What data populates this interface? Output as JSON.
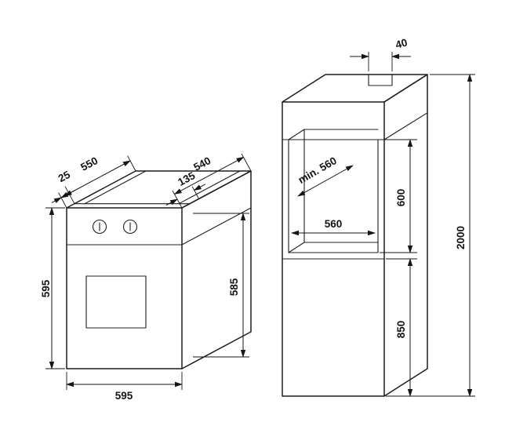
{
  "meta": {
    "background": "#ffffff",
    "line_color": "#1d1d1d",
    "text_color": "#141414"
  },
  "oven": {
    "dims": {
      "front_overhang": "25",
      "top_depth": "550",
      "body_depth": "540",
      "panel_inset": "135",
      "front_height": "595",
      "body_height": "585",
      "width": "595"
    }
  },
  "cabinet": {
    "dims": {
      "cutout": "40",
      "niche_min_depth": "min. 560",
      "niche_height": "600",
      "niche_width": "560",
      "base_height": "850",
      "total_height": "2000"
    }
  }
}
